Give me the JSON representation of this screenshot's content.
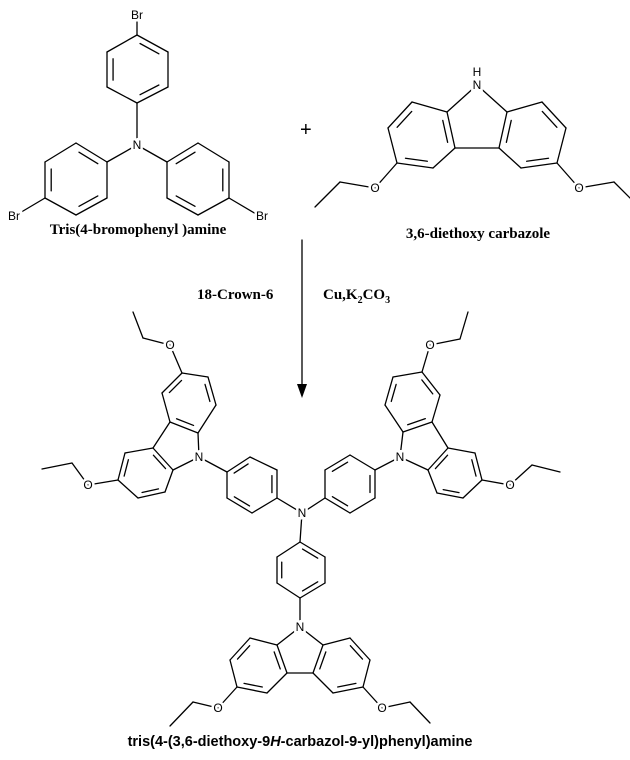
{
  "reactant_1": {
    "name": "Tris(4-bromophenyl )amine"
  },
  "reactant_2": {
    "name": "3,6-diethoxy carbazole"
  },
  "plus_sign": "+",
  "conditions": {
    "left": "18-Crown-6",
    "right_prefix": "Cu,K",
    "right_sub1": "2",
    "right_mid": "CO",
    "right_sub2": "3"
  },
  "product": {
    "name_part1": "tris(4-(3,6-diethoxy-9",
    "name_italic": "H",
    "name_part2": "-carbazol-9-yl)phenyl)amine"
  },
  "atom_labels": {
    "br": "Br",
    "n": "N",
    "o": "O",
    "h": "H"
  }
}
